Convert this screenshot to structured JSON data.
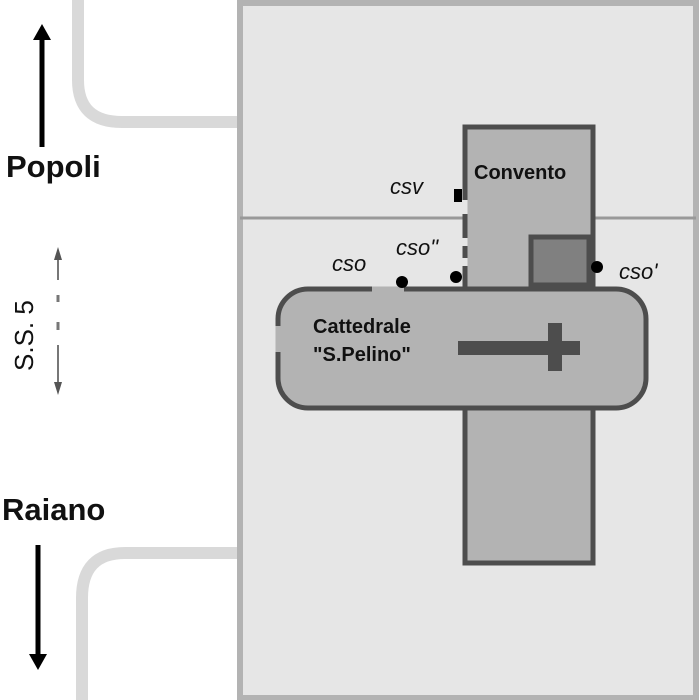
{
  "labels": {
    "north_town": "Popoli",
    "south_town": "Raiano",
    "road": "S.S. 5",
    "convent": "Convento",
    "cathedral_line1": "Cattedrale",
    "cathedral_line2": "\"S.Pelino\""
  },
  "stations": {
    "csv": "csv",
    "cso": "cso",
    "cso_dblprime": "cso\"",
    "cso_prime": "cso'"
  },
  "colors": {
    "site_fill": "#e6e6e6",
    "site_border": "#b3b3b3",
    "building_fill": "#b3b3b3",
    "building_border": "#4d4d4d",
    "inner_square": "#808080",
    "street_line": "#d9d9d9",
    "marker": "#000000"
  }
}
